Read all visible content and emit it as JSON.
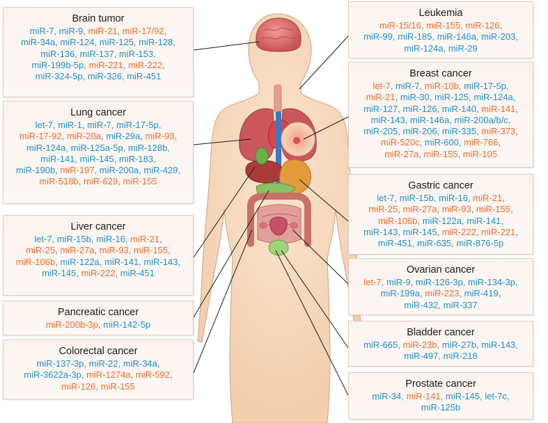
{
  "colors": {
    "blue": "#1e8fc6",
    "orange": "#ee6a28",
    "line": "#1a1a1a"
  },
  "boxes": [
    {
      "id": "brain",
      "title": "Brain tumor",
      "lines": [
        [
          [
            "miR-7",
            "b"
          ],
          [
            "miR-9",
            "b"
          ],
          [
            "miR-21",
            "o"
          ],
          [
            "miR-17/92",
            "o"
          ]
        ],
        [
          [
            "miR-34a",
            "b"
          ],
          [
            "miR-124",
            "b"
          ],
          [
            "miR-125",
            "b"
          ],
          [
            "miR-128",
            "b"
          ]
        ],
        [
          [
            "miR-136",
            "b"
          ],
          [
            "miR-137",
            "b"
          ],
          [
            "miR-153",
            "b"
          ]
        ],
        [
          [
            "miR-199b-5p",
            "b"
          ],
          [
            "miR-221",
            "o"
          ],
          [
            "miR-222",
            "o"
          ]
        ],
        [
          [
            "miR-324-5p",
            "b"
          ],
          [
            "miR-326",
            "b"
          ],
          [
            "miR-451",
            "b"
          ]
        ]
      ]
    },
    {
      "id": "lung",
      "title": "Lung cancer",
      "lines": [
        [
          [
            "let-7",
            "b"
          ],
          [
            "miR-1",
            "b"
          ],
          [
            "miR-7",
            "b"
          ],
          [
            "miR-17-5p",
            "b"
          ]
        ],
        [
          [
            "miR-17-92",
            "o"
          ],
          [
            "miR-20a",
            "o"
          ],
          [
            "miR-29a",
            "b"
          ],
          [
            "miR-93",
            "o"
          ]
        ],
        [
          [
            "miR-124a",
            "b"
          ],
          [
            "miR-125a-5p",
            "b"
          ],
          [
            "miR-128b",
            "b"
          ]
        ],
        [
          [
            "miR-141",
            "b"
          ],
          [
            "miR-145",
            "b"
          ],
          [
            "miR-183",
            "b"
          ]
        ],
        [
          [
            "miR-190b",
            "b"
          ],
          [
            "miR-197",
            "o"
          ],
          [
            "miR-200a",
            "b"
          ],
          [
            "miR-429",
            "b"
          ]
        ],
        [
          [
            "miR-518b",
            "o"
          ],
          [
            "miR-629",
            "o"
          ],
          [
            "miR-155",
            "o"
          ]
        ]
      ]
    },
    {
      "id": "liver",
      "title": "Liver cancer",
      "lines": [
        [
          [
            "let-7",
            "b"
          ],
          [
            "miR-15b",
            "b"
          ],
          [
            "miR-16",
            "b"
          ],
          [
            "miR-21",
            "o"
          ]
        ],
        [
          [
            "miR-25",
            "o"
          ],
          [
            "miR-27a",
            "o"
          ],
          [
            "miR-93",
            "o"
          ],
          [
            "miR-155",
            "o"
          ]
        ],
        [
          [
            "miR-106b",
            "o"
          ],
          [
            "miR-122a",
            "b"
          ],
          [
            "miR-141",
            "b"
          ],
          [
            "miR-143",
            "b"
          ]
        ],
        [
          [
            "miR-145",
            "b"
          ],
          [
            "miR-222",
            "o"
          ],
          [
            "miR-451",
            "b"
          ]
        ]
      ]
    },
    {
      "id": "pancreatic",
      "title": "Pancreatic cancer",
      "lines": [
        [
          [
            "miR-200b-3p",
            "o"
          ],
          [
            "miR-142-5p",
            "b"
          ]
        ]
      ]
    },
    {
      "id": "colorectal",
      "title": "Colorectal cancer",
      "lines": [
        [
          [
            "miR-137-3p",
            "b"
          ],
          [
            "miR-22",
            "b"
          ],
          [
            "miR-34a",
            "b"
          ]
        ],
        [
          [
            "miR-3622a-3p",
            "b"
          ],
          [
            "miR-1274a",
            "o"
          ],
          [
            "miR-592",
            "o"
          ]
        ],
        [
          [
            "miR-126",
            "o"
          ],
          [
            "miR-155",
            "o"
          ]
        ]
      ]
    },
    {
      "id": "leukemia",
      "title": "Leukemia",
      "lines": [
        [
          [
            "miR-15/16",
            "o"
          ],
          [
            "miR-155",
            "o"
          ],
          [
            "miR-126",
            "o"
          ]
        ],
        [
          [
            "miR-99",
            "b"
          ],
          [
            "miR-185",
            "b"
          ],
          [
            "miR-146a",
            "b"
          ],
          [
            "miR-203",
            "b"
          ]
        ],
        [
          [
            "miR-124a",
            "b"
          ],
          [
            "miR-29",
            "b"
          ]
        ]
      ]
    },
    {
      "id": "breast",
      "title": "Breast cancer",
      "lines": [
        [
          [
            "let-7",
            "o"
          ],
          [
            "miR-7",
            "b"
          ],
          [
            "miR-10b",
            "o"
          ],
          [
            "miR-17-5p",
            "b"
          ]
        ],
        [
          [
            "miR-21",
            "o"
          ],
          [
            "miR-30",
            "b"
          ],
          [
            "miR-125",
            "b"
          ],
          [
            "miR-124a",
            "b"
          ]
        ],
        [
          [
            "miR-127",
            "b"
          ],
          [
            "miR-126",
            "b"
          ],
          [
            "miR-140",
            "b"
          ],
          [
            "miR-141",
            "o"
          ]
        ],
        [
          [
            "miR-143",
            "b"
          ],
          [
            "miR-146a",
            "b"
          ],
          [
            "miR-200a/b/c",
            "b"
          ]
        ],
        [
          [
            "miR-205",
            "b"
          ],
          [
            "miR-206",
            "b"
          ],
          [
            "miR-335",
            "b"
          ],
          [
            "miR-373",
            "o"
          ]
        ],
        [
          [
            "miR-520c",
            "o"
          ],
          [
            "miR-600",
            "b"
          ],
          [
            "miR-766",
            "o"
          ]
        ],
        [
          [
            "miR-27a",
            "o"
          ],
          [
            "miR-155",
            "o"
          ],
          [
            "miR-105",
            "o"
          ]
        ]
      ]
    },
    {
      "id": "gastric",
      "title": "Gastric cancer",
      "lines": [
        [
          [
            "let-7",
            "b"
          ],
          [
            "miR-15b",
            "b"
          ],
          [
            "miR-16",
            "b"
          ],
          [
            "miR-21",
            "o"
          ]
        ],
        [
          [
            "miR-25",
            "o"
          ],
          [
            "miR-27a",
            "o"
          ],
          [
            "miR-93",
            "o"
          ],
          [
            "miR-155",
            "o"
          ]
        ],
        [
          [
            "miR-106b",
            "o"
          ],
          [
            "miR-122a",
            "b"
          ],
          [
            "miR-141",
            "b"
          ]
        ],
        [
          [
            "miR-143",
            "b"
          ],
          [
            "miR-145",
            "b"
          ],
          [
            "miR-222",
            "o"
          ],
          [
            "miR-221",
            "o"
          ]
        ],
        [
          [
            "miR-451",
            "b"
          ],
          [
            "miR-635",
            "b"
          ],
          [
            "miR-876-5p",
            "b"
          ]
        ]
      ]
    },
    {
      "id": "ovarian",
      "title": "Ovarian cancer",
      "lines": [
        [
          [
            "let-7",
            "o"
          ],
          [
            "miR-9",
            "b"
          ],
          [
            "miR-126-3p",
            "b"
          ],
          [
            "miR-134-3p",
            "b"
          ]
        ],
        [
          [
            "miR-199a",
            "b"
          ],
          [
            "miR-223",
            "o"
          ],
          [
            "miR-419",
            "b"
          ]
        ],
        [
          [
            "miR-432",
            "b"
          ],
          [
            "miR-337",
            "b"
          ]
        ]
      ]
    },
    {
      "id": "bladder",
      "title": "Bladder cancer",
      "lines": [
        [
          [
            "miR-665",
            "b"
          ],
          [
            "miR-23b",
            "o"
          ],
          [
            "miR-27b",
            "b"
          ],
          [
            "miR-143",
            "b"
          ]
        ],
        [
          [
            "miR-497",
            "b"
          ],
          [
            "miR-218",
            "b"
          ]
        ]
      ]
    },
    {
      "id": "prostate",
      "title": "Prostate cancer",
      "lines": [
        [
          [
            "miR-34",
            "b"
          ],
          [
            "miR-141",
            "o"
          ],
          [
            "miR-145",
            "b"
          ],
          [
            "let-7c",
            "b"
          ]
        ],
        [
          [
            "miR-125b",
            "b"
          ]
        ]
      ]
    }
  ]
}
